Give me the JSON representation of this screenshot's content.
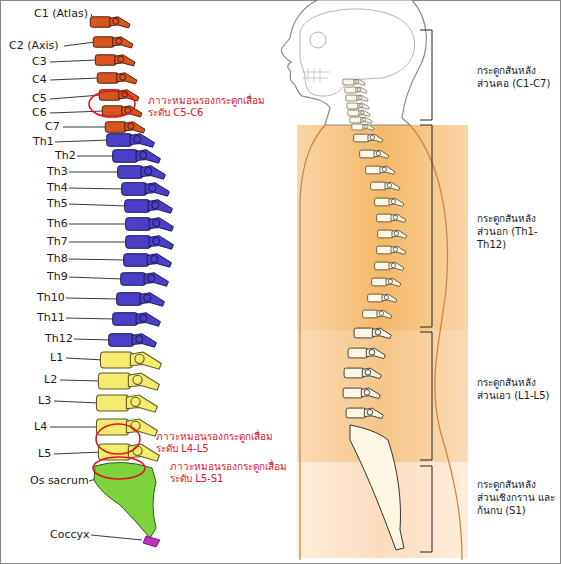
{
  "diagram": {
    "labels": [
      "C1 (Atlas)",
      "C2 (Axis)",
      "C3",
      "C4",
      "C5",
      "ภาวะหมอนรองกระดูกเสื่อม ระดับ C5-C6",
      "C6",
      "C7",
      "Th1",
      "Th2",
      "Th3",
      "Th4",
      "Th5",
      "Th6",
      "Th7",
      "Th8",
      "Th9",
      "Th10",
      "Th11",
      "Th12",
      "L1",
      "L2",
      "L3",
      "L4",
      "ภาวะหมอนรองกระดูกเสื่อม ระดับ L4-L5",
      "L5",
      "ภาวะหมอนรองกระดูกเสื่อม ระดับ L5-S1",
      "Os sacrum",
      "Coccyx",
      "กระดูกสันหลัง ส่วนคอ (C1-C7)",
      "กระดูกสันหลัง ส่วนอก (Th1-Th12)",
      "กระดูกสันหลัง ส่วนเอว (L1-L5)",
      "กระดูกสันหลัง ส่วนเชิงกราน และก้นกบ (S1)"
    ]
  }
}
